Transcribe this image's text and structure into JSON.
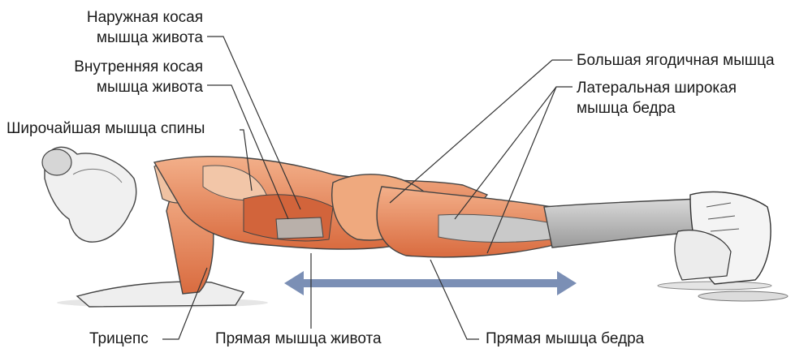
{
  "labels": {
    "external_oblique": [
      "Наружная косая",
      "мышца живота"
    ],
    "internal_oblique": [
      "Внутренняя косая",
      "мышца живота"
    ],
    "latissimus": "Широчайшая мышца спины",
    "gluteus_maximus": "Большая ягодичная мышца",
    "vastus_lateralis": [
      "Латеральная широкая",
      "мышца бедра"
    ],
    "triceps": "Трицепс",
    "rectus_abdominis": "Прямая мышца живота",
    "rectus_femoris": "Прямая мышца бедра"
  },
  "colors": {
    "muscle": "#e8956a",
    "muscle_dark": "#c85a34",
    "skin": "#f2f2f2",
    "outline": "#3a3a3a",
    "arrow": "#7b8fb5",
    "leader": "#333333"
  },
  "icons": {
    "arrow": "double-headed-arrow-icon"
  }
}
